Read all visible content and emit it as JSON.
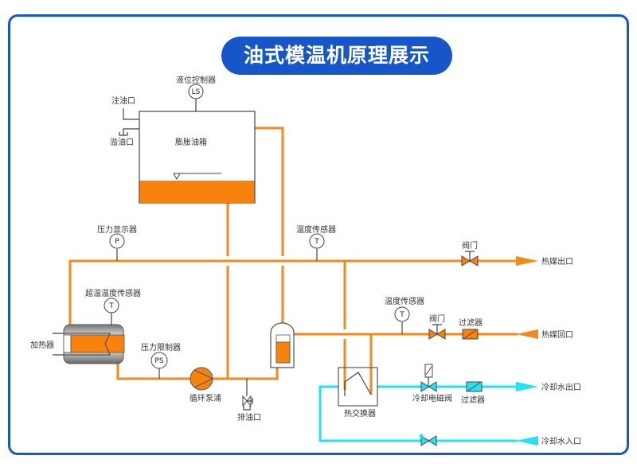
{
  "title": "油式模温机原理展示",
  "colors": {
    "frame": "#1756c9",
    "oil_pipe": "#f28a1e",
    "water_pipe": "#22e3f2"
  },
  "labels": {
    "level_controller": "液位控制器",
    "level_symbol": "LS",
    "oil_fill": "注油口",
    "oil_overflow": "溢油口",
    "expansion_tank": "膨胀油箱",
    "pressure_display": "压力显示器",
    "pressure_symbol": "P",
    "temp_sensor_1": "温度传感器",
    "temp_symbol": "T",
    "valve_1": "阀门",
    "hot_outlet": "热媒出口",
    "overtemp_sensor": "超温温度传感器",
    "heater": "加热器",
    "pressure_limiter": "压力限制器",
    "pressure_limiter_symbol": "PS",
    "pump": "循环泵浦",
    "drain": "排油口",
    "temp_sensor_2": "温度传感器",
    "valve_2": "阀门",
    "filter_1": "过滤器",
    "hot_return": "热媒回口",
    "heat_exchanger": "热交换器",
    "cooling_solenoid": "冷却电磁阀",
    "filter_2": "过滤器",
    "cooling_outlet": "冷却水出口",
    "cooling_inlet": "冷却水入口"
  }
}
